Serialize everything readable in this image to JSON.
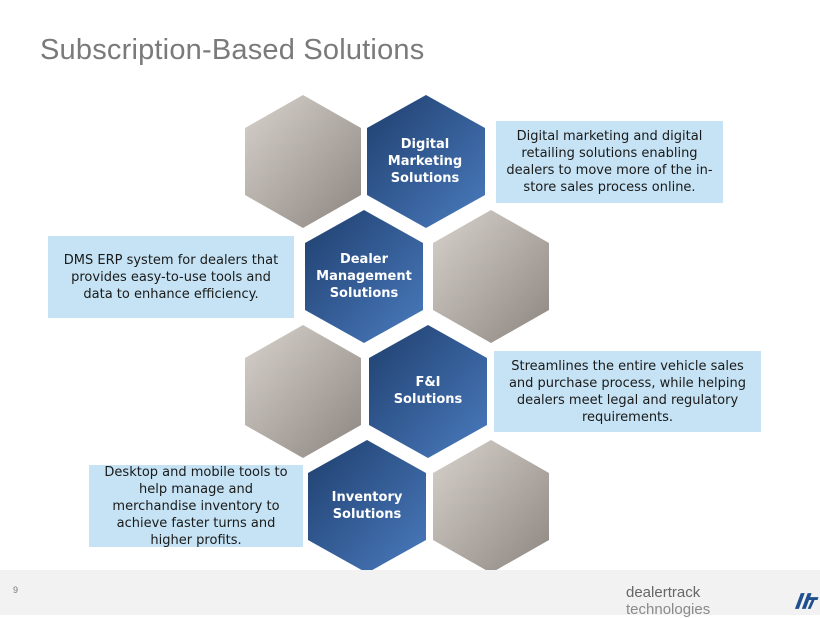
{
  "slide": {
    "title": "Subscription-Based Solutions",
    "page_number": "9"
  },
  "hexes": [
    {
      "label_lines": [
        "Digital",
        "Marketing",
        "Solutions"
      ]
    },
    {
      "label_lines": [
        "Dealer",
        "Management",
        "Solutions"
      ]
    },
    {
      "label_lines": [
        "F&I",
        "Solutions"
      ]
    },
    {
      "label_lines": [
        "Inventory",
        "Solutions"
      ]
    }
  ],
  "callouts": {
    "digital": "Digital marketing and digital retailing solutions enabling dealers to move more of the in-store sales process online.",
    "dealer": "DMS ERP system for dealers that provides easy-to-use tools and data to enhance efficiency.",
    "fi": "Streamlines the entire vehicle sales and purchase process, while helping dealers meet legal and regulatory requirements.",
    "inventory": "Desktop and mobile tools to help manage and merchandise inventory to achieve faster turns and higher profits."
  },
  "footer": {
    "logo_dealertrack": "dealertrack",
    "logo_technologies": "technologies",
    "logo_mark": "dt"
  },
  "colors": {
    "blue_hex_light": "#4a7bbe",
    "blue_hex_dark": "#1f3f6e",
    "gray_hex_light": "#d8d2cc",
    "gray_hex_dark": "#8c8580",
    "callout_fill": "#c5e3f4",
    "title": "#7a7a7a"
  }
}
